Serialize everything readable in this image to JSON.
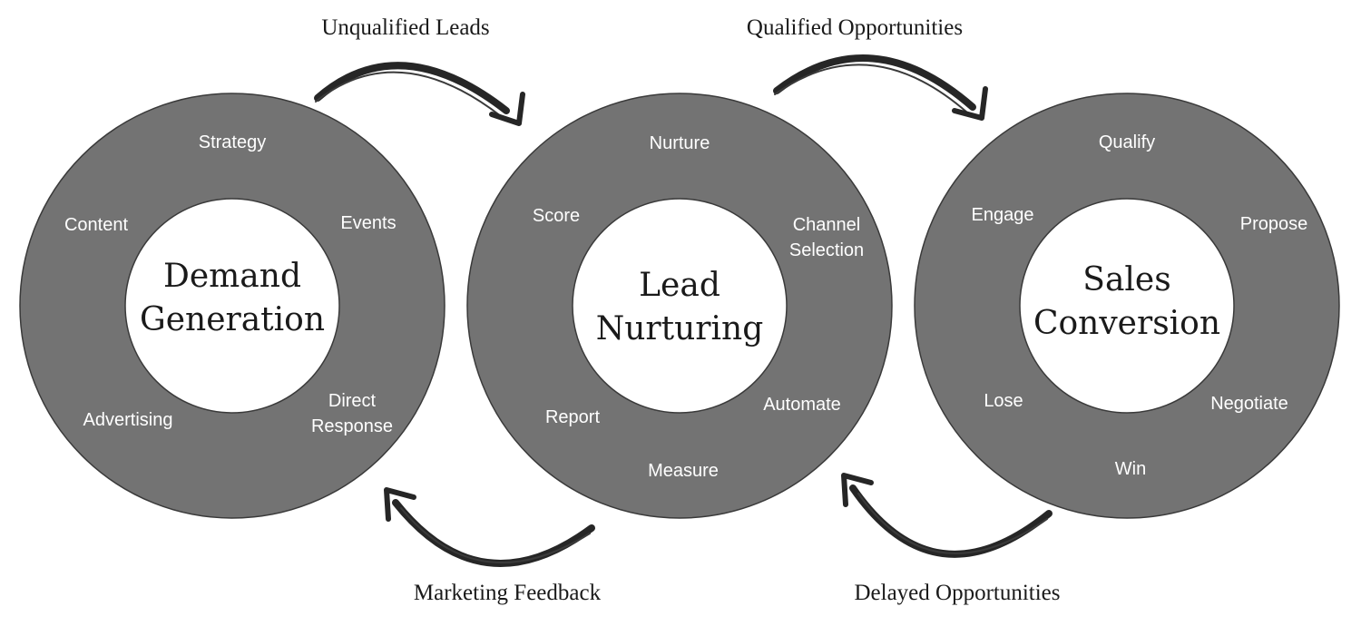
{
  "cycles": [
    {
      "title_line1": "Demand",
      "title_line2": "Generation",
      "segments": [
        "Strategy",
        "Events",
        "Direct",
        "Response",
        "Advertising",
        "Content"
      ]
    },
    {
      "title_line1": "Lead",
      "title_line2": "Nurturing",
      "segments": [
        "Nurture",
        "Channel",
        "Selection",
        "Automate",
        "Measure",
        "Report",
        "Score"
      ]
    },
    {
      "title_line1": "Sales",
      "title_line2": "Conversion",
      "segments": [
        "Qualify",
        "Propose",
        "Negotiate",
        "Win",
        "Lose",
        "Engage"
      ]
    }
  ],
  "flows": {
    "top_left": "Unqualified Leads",
    "top_right": "Qualified Opportunities",
    "bottom_left": "Marketing Feedback",
    "bottom_right": "Delayed Opportunities"
  }
}
